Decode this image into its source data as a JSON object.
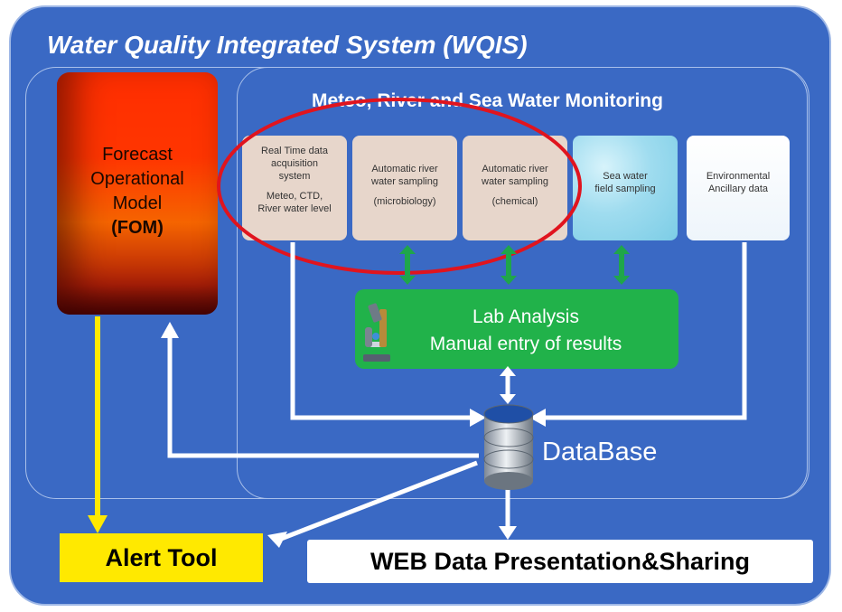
{
  "title": "Water Quality Integrated System (WQIS)",
  "monitoring_title": "Meteo, River and Sea Water Monitoring",
  "fom": {
    "line1": "Forecast",
    "line2": "Operational",
    "line3": "Model",
    "abbr": "(FOM)"
  },
  "boxes": [
    {
      "line1": "Real Time data",
      "line2": "acquisition",
      "line3": "system",
      "sub1": "Meteo, CTD,",
      "sub2": "River water level"
    },
    {
      "line1": "Automatic river",
      "line2": "water sampling",
      "sub1": "(microbiology)"
    },
    {
      "line1": "Automatic river",
      "line2": "water sampling",
      "sub1": "(chemical)"
    },
    {
      "line1": "Sea water",
      "line2": "field sampling"
    },
    {
      "line1": "Environmental",
      "line2": "Ancillary data"
    }
  ],
  "lab": {
    "line1": "Lab Analysis",
    "line2": "Manual entry of results"
  },
  "database_label": "DataBase",
  "alert_tool": "Alert Tool",
  "web": "WEB Data Presentation&Sharing",
  "colors": {
    "panel": "#3a69c4",
    "lab": "#21b24a",
    "alert": "#ffe900",
    "ellipse": "#e0141e",
    "arrow_green": "#1fa64a",
    "arrow_yellow": "#ffe900"
  },
  "icons": [
    "microscope-icon",
    "database-icon"
  ]
}
